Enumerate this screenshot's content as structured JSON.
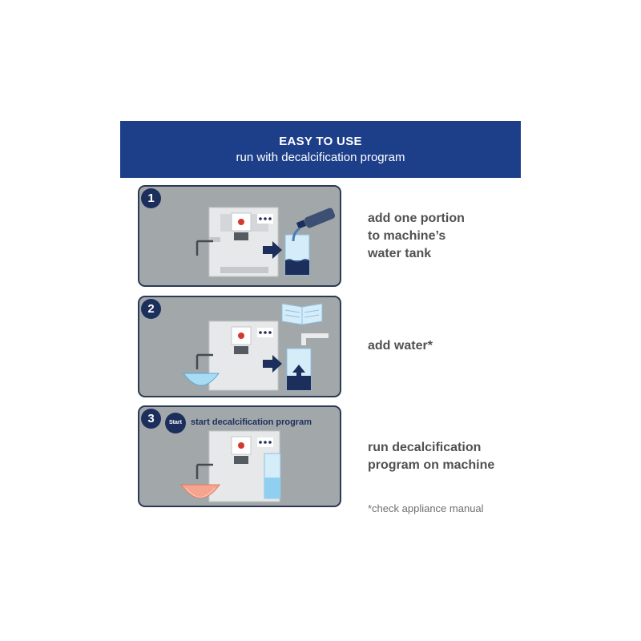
{
  "header": {
    "title": "EASY TO USE",
    "subtitle": "run with decalcification program"
  },
  "steps": [
    {
      "number": "1",
      "lines": [
        "add one portion",
        "to machine’s",
        "water tank"
      ]
    },
    {
      "number": "2",
      "lines": [
        "add water*"
      ]
    },
    {
      "number": "3",
      "lines": [
        "run decalcification",
        "program on machine"
      ],
      "badge": "Start",
      "heading": "start decalcification program"
    }
  ],
  "footnote": "*check appliance manual",
  "colors": {
    "banner": "#1d3f8a",
    "panel_bg": "#a2a7aa",
    "panel_border": "#2b3a55",
    "step_badge": "#1c2f5c",
    "water_blue": "#8fd0f0"
  }
}
